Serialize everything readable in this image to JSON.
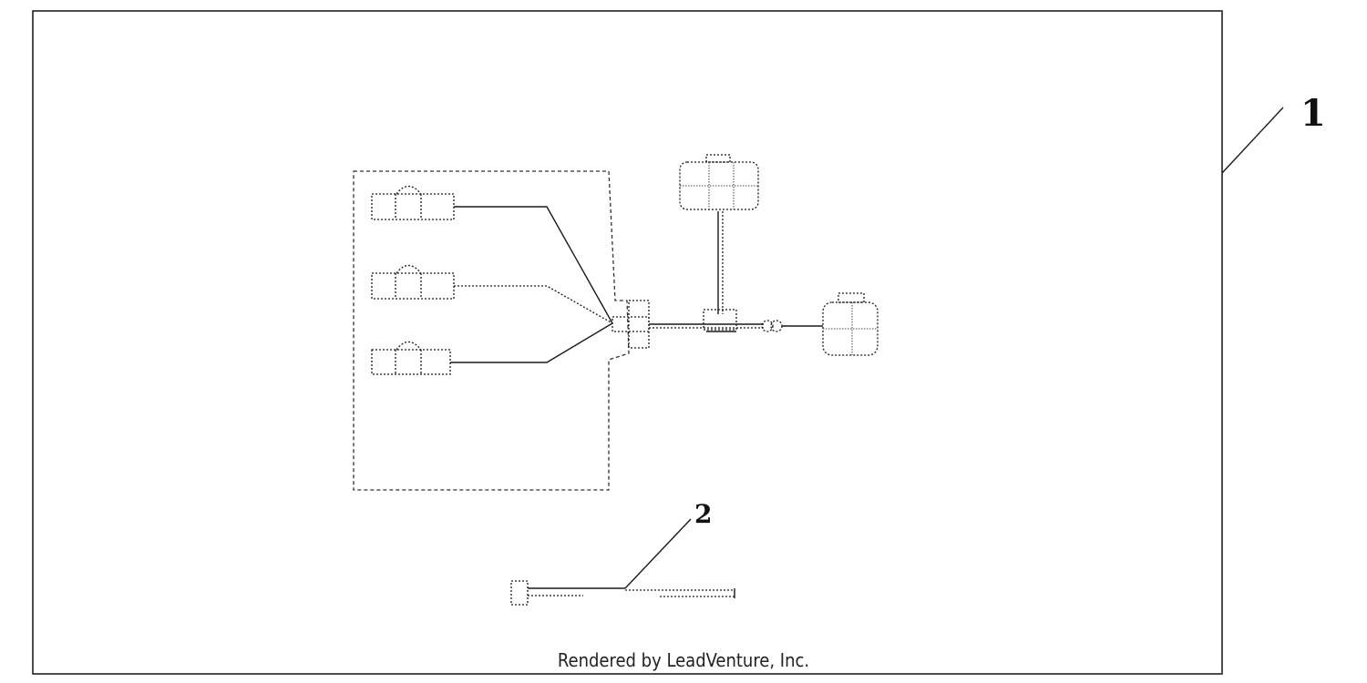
{
  "callouts": {
    "item_1": "1",
    "item_2": "2"
  },
  "footer": {
    "credit": "Rendered by LeadVenture, Inc."
  },
  "colors": {
    "line": "#1a1a1a",
    "background": "#ffffff"
  }
}
